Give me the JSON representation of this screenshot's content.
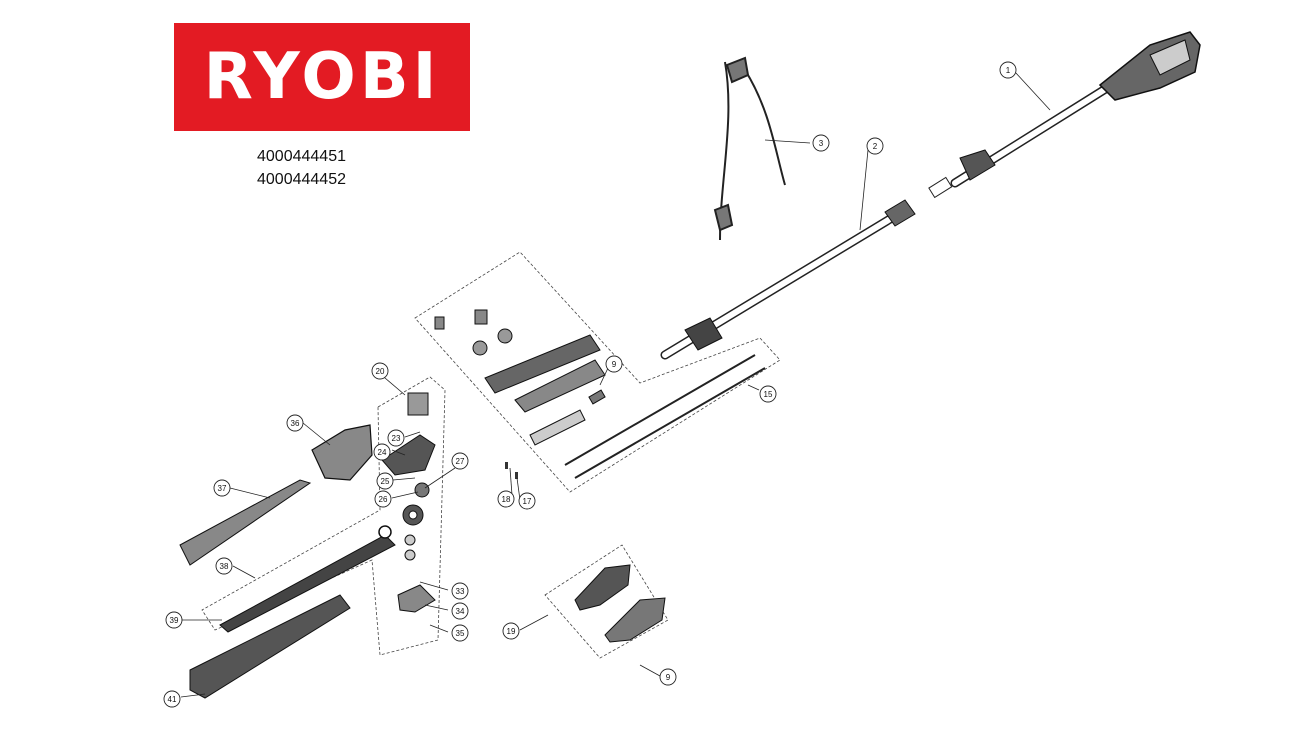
{
  "brand": {
    "name": "RYOBI",
    "color": "#e31b23"
  },
  "models": [
    "4000444451",
    "4000444452"
  ],
  "callouts": [
    "1",
    "2",
    "3",
    "9",
    "15",
    "17",
    "18",
    "19",
    "20",
    "23",
    "24",
    "25",
    "26",
    "27",
    "33",
    "34",
    "35",
    "36",
    "37",
    "38",
    "39",
    "41",
    "9"
  ]
}
